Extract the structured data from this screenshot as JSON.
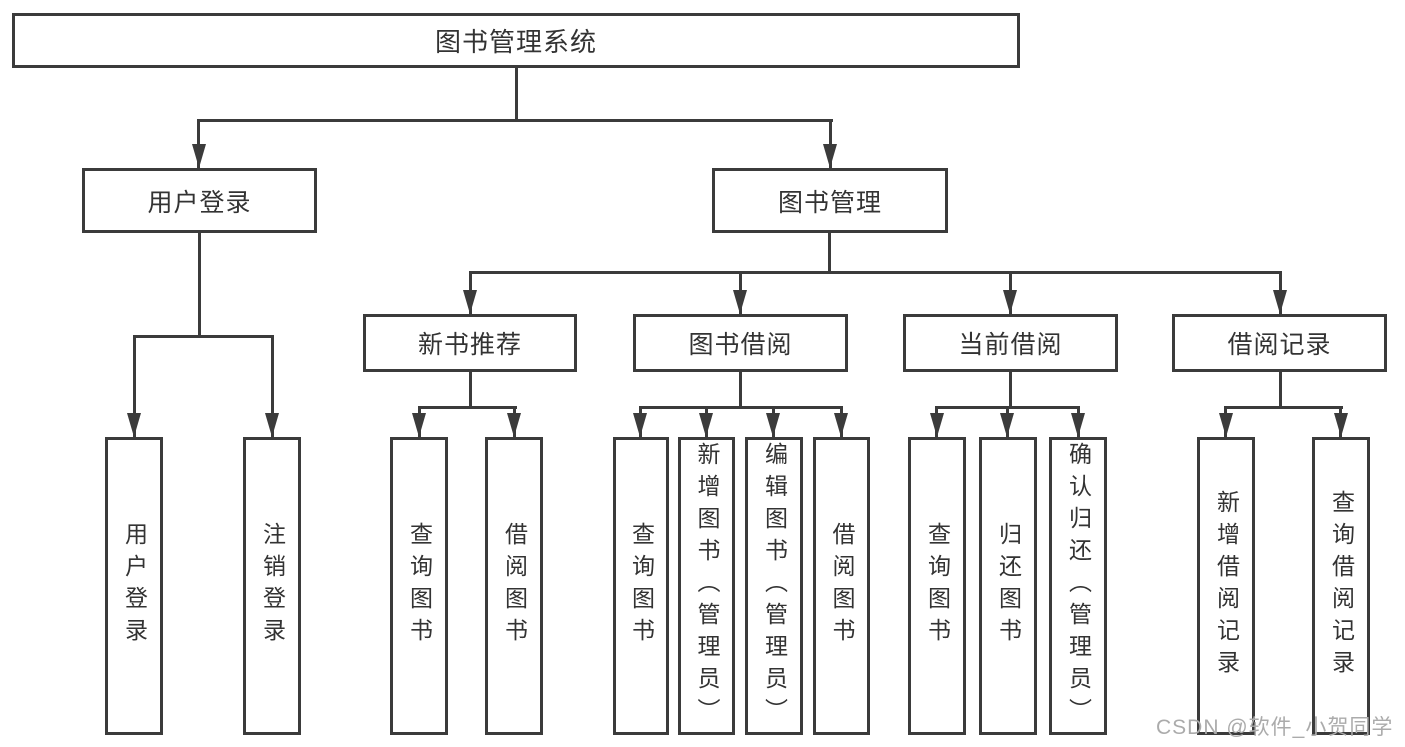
{
  "nodes": {
    "root": {
      "label": "图书管理系统"
    },
    "level2": [
      {
        "label": "用户登录"
      },
      {
        "label": "图书管理"
      }
    ],
    "level3": [
      {
        "label": "新书推荐"
      },
      {
        "label": "图书借阅"
      },
      {
        "label": "当前借阅"
      },
      {
        "label": "借阅记录"
      }
    ],
    "leaves": [
      {
        "label": "用户登录"
      },
      {
        "label": "注销登录"
      },
      {
        "label": "查询图书"
      },
      {
        "label": "借阅图书"
      },
      {
        "label": "查询图书"
      },
      {
        "label": "新增图书（管理员）"
      },
      {
        "label": "编辑图书（管理员）"
      },
      {
        "label": "借阅图书"
      },
      {
        "label": "查询图书"
      },
      {
        "label": "归还图书"
      },
      {
        "label": "确认归还（管理员）"
      },
      {
        "label": "新增借阅记录"
      },
      {
        "label": "查询借阅记录"
      }
    ]
  },
  "watermark": "CSDN @软件_小贺同学",
  "colors": {
    "line": "#3b3b3b",
    "text": "#333333",
    "watermark": "#ababab",
    "background": "#ffffff"
  }
}
